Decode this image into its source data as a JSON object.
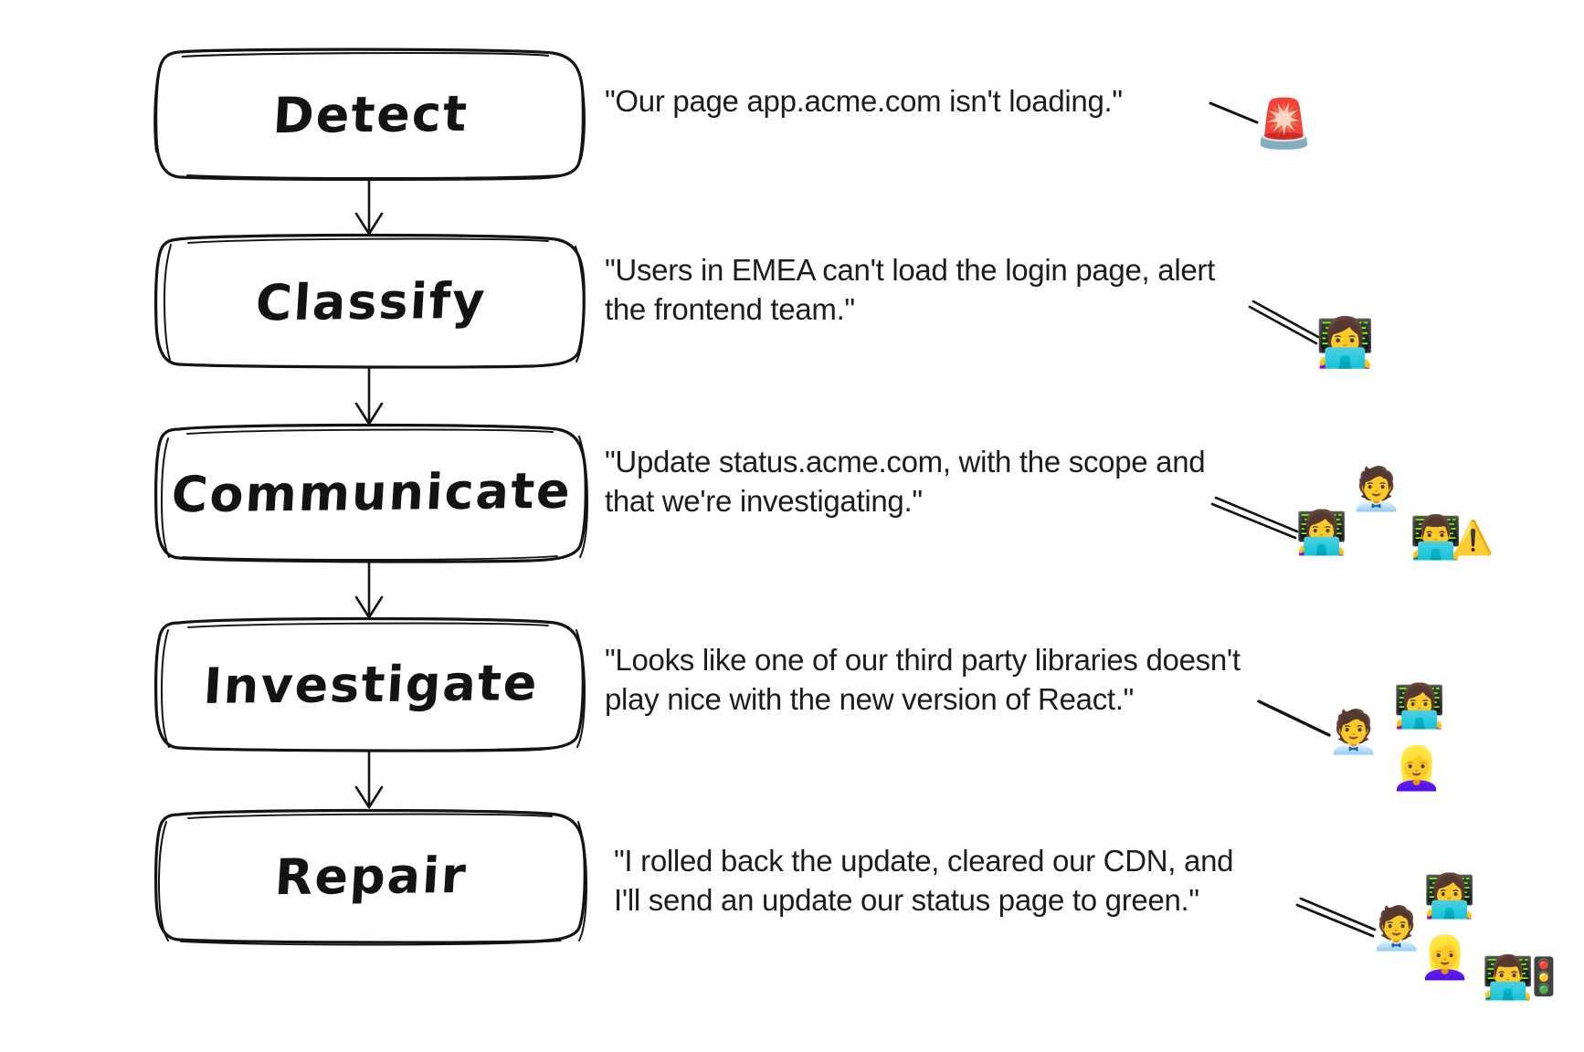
{
  "diagram": {
    "title": "Incident response lifecycle flowchart",
    "style": "hand-drawn sketch",
    "background_color": "#ffffff",
    "ink_color": "#131313"
  },
  "steps": [
    {
      "id": "detect",
      "label": "Detect",
      "quote_lines": [
        "\"Our page app.acme.com isn't loading.\""
      ],
      "actors": [
        {
          "name": "siren-icon",
          "glyph": "🚨",
          "size": "md"
        }
      ]
    },
    {
      "id": "classify",
      "label": "Classify",
      "quote_lines": [
        "\"Users in EMEA can't load the login page, alert",
        "the frontend team.\""
      ],
      "actors": [
        {
          "name": "woman-technologist-icon",
          "glyph": "👩‍💻",
          "size": "md"
        }
      ]
    },
    {
      "id": "communicate",
      "label": "Communicate",
      "quote_lines": [
        "\"Update status.acme.com, with the scope and",
        "that we're investigating.\""
      ],
      "actors": [
        {
          "name": "woman-technologist-icon",
          "glyph": "👩‍💻",
          "size": "sm"
        },
        {
          "name": "office-worker-icon",
          "glyph": "🧑‍💼",
          "size": "sm"
        },
        {
          "name": "man-technologist-icon",
          "glyph": "👨‍💻",
          "size": "sm"
        },
        {
          "name": "warning-icon",
          "glyph": "⚠️",
          "size": "sm"
        }
      ]
    },
    {
      "id": "investigate",
      "label": "Investigate",
      "quote_lines": [
        "\"Looks like one of our third party libraries doesn't",
        "play nice with the new version of React.\""
      ],
      "actors": [
        {
          "name": "office-worker-icon",
          "glyph": "🧑‍💼",
          "size": "sm"
        },
        {
          "name": "woman-technologist-icon",
          "glyph": "👩‍💻",
          "size": "sm"
        },
        {
          "name": "blond-woman-technologist-icon",
          "glyph": "👱‍♀️",
          "size": "sm"
        }
      ]
    },
    {
      "id": "repair",
      "label": "Repair",
      "quote_lines": [
        "\"I rolled back the update, cleared our CDN, and",
        "I'll send an update our status page to green.\""
      ],
      "actors": [
        {
          "name": "office-worker-icon",
          "glyph": "🧑‍💼",
          "size": "sm"
        },
        {
          "name": "woman-technologist-icon",
          "glyph": "👩‍💻",
          "size": "sm"
        },
        {
          "name": "blond-woman-technologist-icon",
          "glyph": "👱‍♀️",
          "size": "sm"
        },
        {
          "name": "man-technologist-icon",
          "glyph": "👨‍💻",
          "size": "sm"
        },
        {
          "name": "traffic-light-icon",
          "glyph": "🚦",
          "size": "sm"
        }
      ]
    }
  ]
}
